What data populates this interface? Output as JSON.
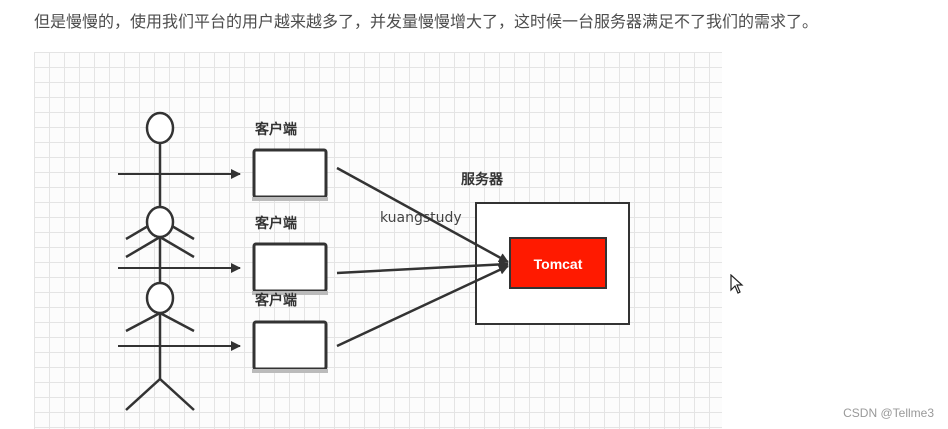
{
  "intro_text": "但是慢慢的，使用我们平台的用户越来越多了，并发量慢慢增大了，这时候一台服务器满足不了我们的需求了。",
  "diagram": {
    "client_labels": [
      "客户端",
      "客户端",
      "客户端"
    ],
    "server_label": "服务器",
    "app_label": "Tomcat",
    "watermark": "kuangstudy",
    "app_color": "#ff1a00"
  },
  "footer_credit": "CSDN @Tellme3"
}
